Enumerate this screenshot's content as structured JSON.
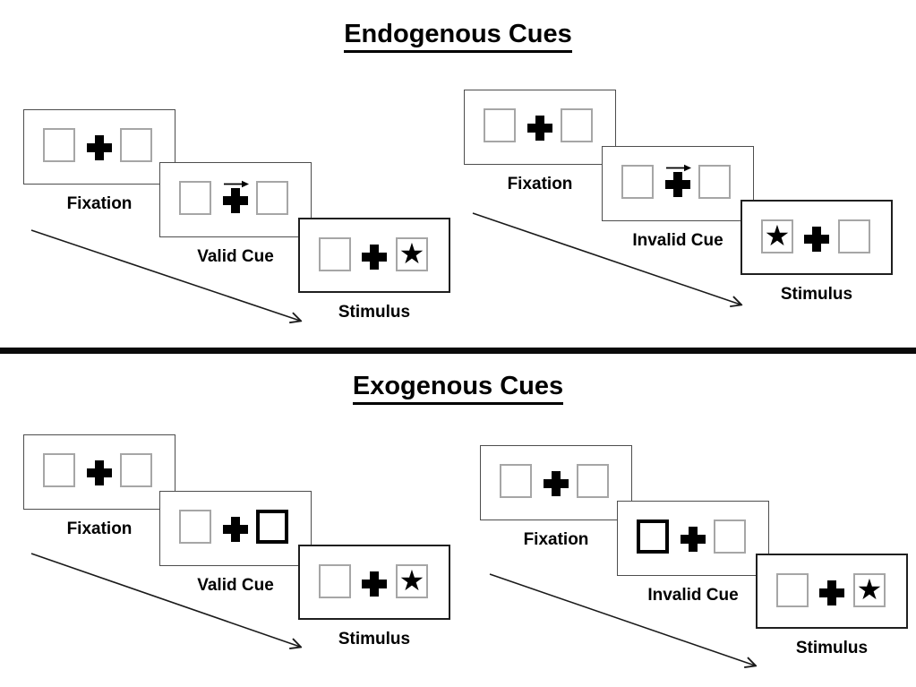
{
  "canvas": {
    "background": "#ffffff"
  },
  "colors": {
    "ink": "#000000",
    "panel_border": "#4d4d4d",
    "stimulus_panel_border": "#1f1f1f",
    "box_border": "#a6a6a6",
    "cue_highlight_border": "#000000"
  },
  "icons": {
    "star": "★"
  },
  "sections": {
    "endogenous": {
      "title": "Endogenous Cues",
      "valid": {
        "fixation_label": "Fixation",
        "cue_label": "Valid Cue",
        "stimulus_label": "Stimulus",
        "cue_symbol": "right-arrow-above-fixation-cross",
        "stimulus_position": "right"
      },
      "invalid": {
        "fixation_label": "Fixation",
        "cue_label": "Invalid Cue",
        "stimulus_label": "Stimulus",
        "cue_symbol": "right-arrow-above-fixation-cross",
        "stimulus_position": "left"
      }
    },
    "exogenous": {
      "title": "Exogenous Cues",
      "valid": {
        "fixation_label": "Fixation",
        "cue_label": "Valid Cue",
        "stimulus_label": "Stimulus",
        "cue_symbol": "highlighted-box-right",
        "stimulus_position": "right"
      },
      "invalid": {
        "fixation_label": "Fixation",
        "cue_label": "Invalid Cue",
        "stimulus_label": "Stimulus",
        "cue_symbol": "highlighted-box-left",
        "stimulus_position": "right"
      }
    }
  }
}
